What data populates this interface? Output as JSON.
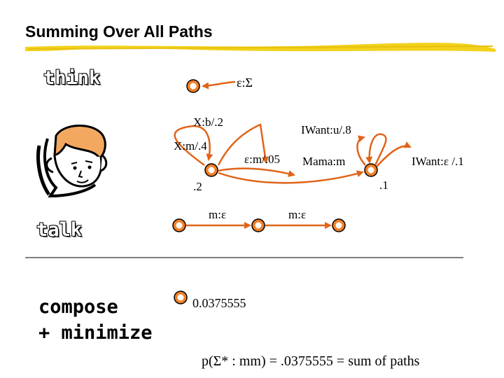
{
  "slide": {
    "title": "Summing Over All Paths",
    "labels": {
      "think": "think",
      "talk": "talk",
      "compose": "compose",
      "minimize": "+ minimize"
    },
    "think_machine": {
      "eps_sigma": "ε:Σ",
      "x_b": "X:b/.2",
      "x_m": "X:m/.4",
      "stop_left": ".2",
      "eps_m": "ε:m/.05",
      "iwant_u": "IWant:u/.8",
      "mama_m": "Mama:m",
      "iwant_eps": "IWant:ε /.1",
      "stop_right": ".1"
    },
    "talk_machine": {
      "m_eps_1": "m:ε",
      "m_eps_2": "m:ε"
    },
    "composed": {
      "weight": "0.0375555"
    },
    "result": "p(Σ* : mm) = .0375555 = sum of paths",
    "colors": {
      "state_fill": "#f08028",
      "arrow": "#e06418",
      "highlight": "#f2d21c"
    }
  }
}
